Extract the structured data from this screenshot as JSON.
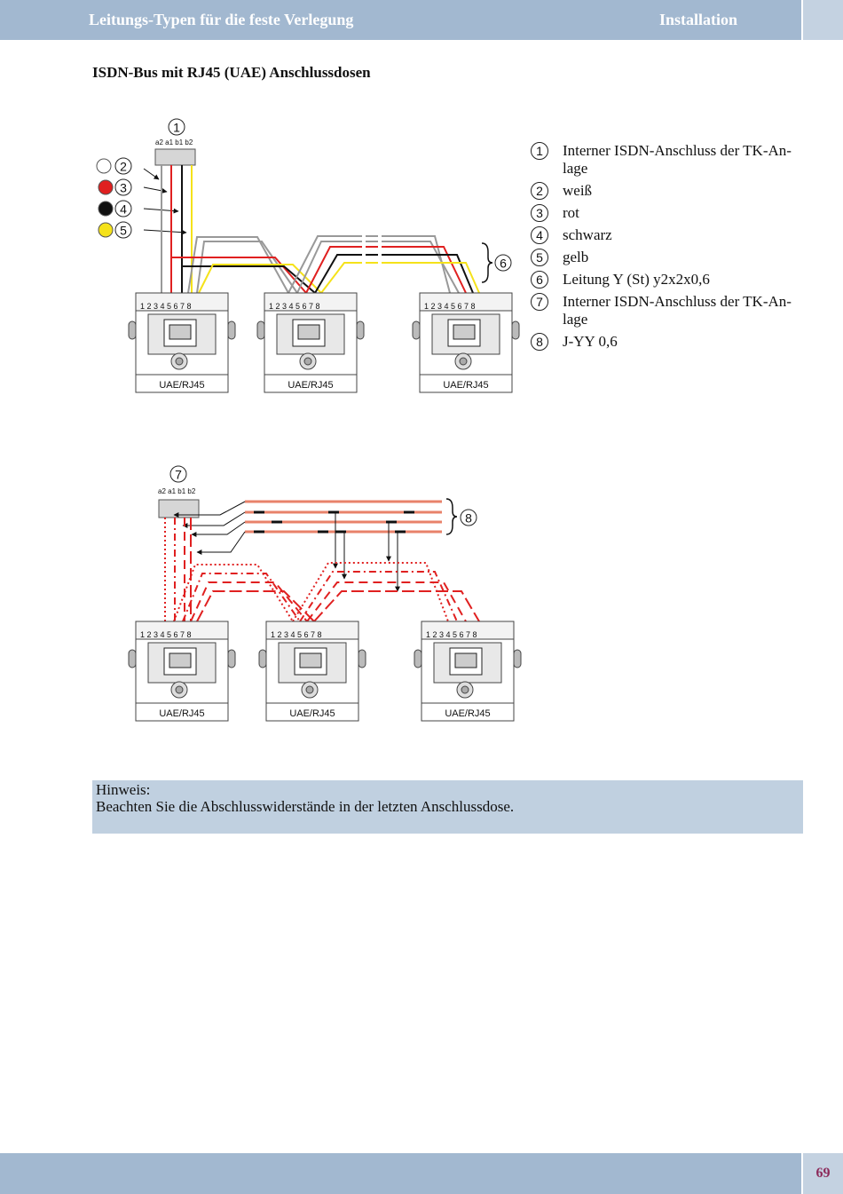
{
  "header": {
    "title": "Leitungs-Typen für die feste Verlegung",
    "section": "Installation"
  },
  "section_title": "ISDN-Bus mit RJ45 (UAE) Anschlussdosen",
  "diagram1": {
    "terminal_number": "1",
    "terminal_labels": "a2 a1  b1 b2",
    "wire_markers": [
      "2",
      "3",
      "4",
      "5"
    ],
    "bracket_number": "6",
    "socket_label": "UAE/RJ45",
    "socket_pins": [
      "1",
      "2",
      "3",
      "4",
      "5",
      "6",
      "7",
      "8"
    ]
  },
  "diagram2": {
    "terminal_number": "7",
    "terminal_labels": "a2 a1  b1 b2",
    "bracket_number": "8",
    "socket_label": "UAE/RJ45"
  },
  "legend": [
    {
      "num": "1",
      "text": "Interner ISDN-Anschluss der TK-An- lage"
    },
    {
      "num": "2",
      "text": "weiß"
    },
    {
      "num": "3",
      "text": "rot"
    },
    {
      "num": "4",
      "text": "schwarz"
    },
    {
      "num": "5",
      "text": "gelb"
    },
    {
      "num": "6",
      "text": "Leitung Y (St) y2x2x0,6"
    },
    {
      "num": "7",
      "text": "Interner ISDN-Anschluss der TK-An- lage"
    },
    {
      "num": "8",
      "text": "J-YY 0,6"
    }
  ],
  "note": {
    "title": "Hinweis:",
    "text": "Beachten Sie die Abschlusswiderstände in der letzten Anschlussdose."
  },
  "page_number": "69",
  "colors": {
    "header_bar": "#a2b8d0",
    "note_bg": "#c0d0e0",
    "page_number": "#8c2a5a",
    "wire_red": "#e02020",
    "wire_yellow": "#f5e21a",
    "wire_black": "#111111",
    "wire_white": "#999999",
    "cable_salmon": "#e8826a"
  }
}
